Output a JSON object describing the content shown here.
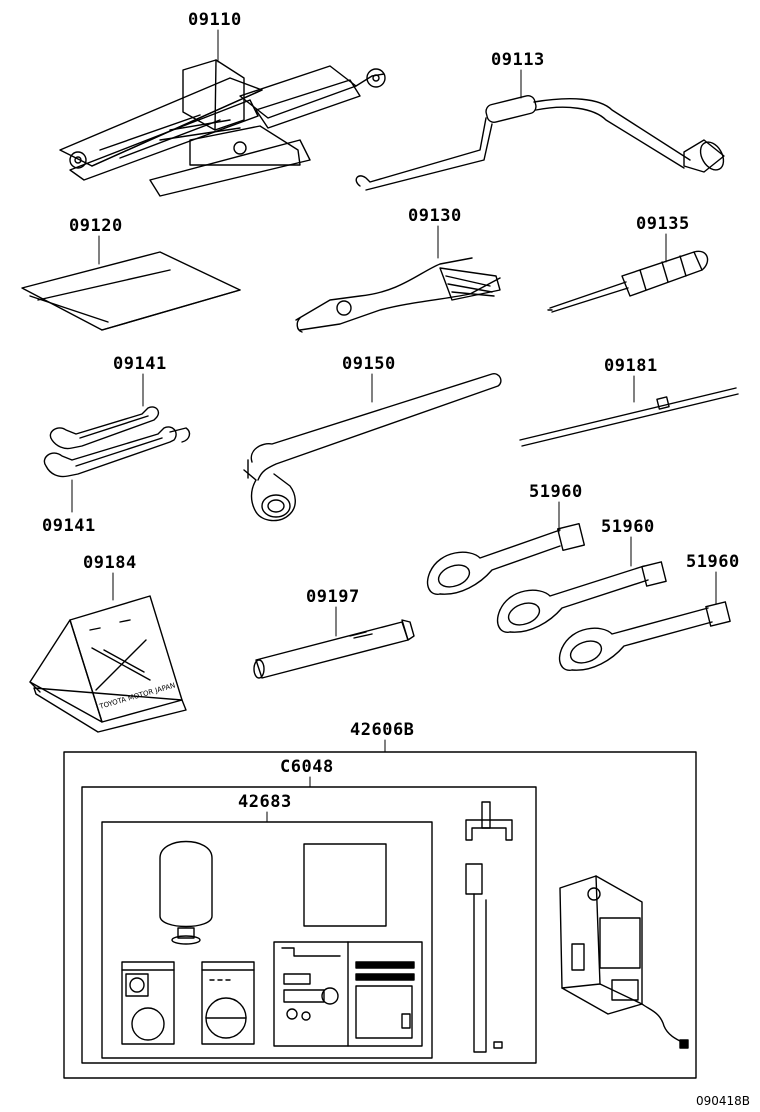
{
  "parts": {
    "p09110": "09110",
    "p09113": "09113",
    "p09120": "09120",
    "p09130": "09130",
    "p09135": "09135",
    "p09141_top": "09141",
    "p09141_bottom": "09141",
    "p09150": "09150",
    "p09181": "09181",
    "p51960_a": "51960",
    "p51960_b": "51960",
    "p51960_c": "51960",
    "p09184": "09184",
    "p09197": "09197",
    "p42606B": "42606B",
    "pC6048": "C6048",
    "p42683": "42683"
  },
  "stamp_text": "TOYOTA MOTOR JAPAN",
  "illustration_code": "090418B"
}
